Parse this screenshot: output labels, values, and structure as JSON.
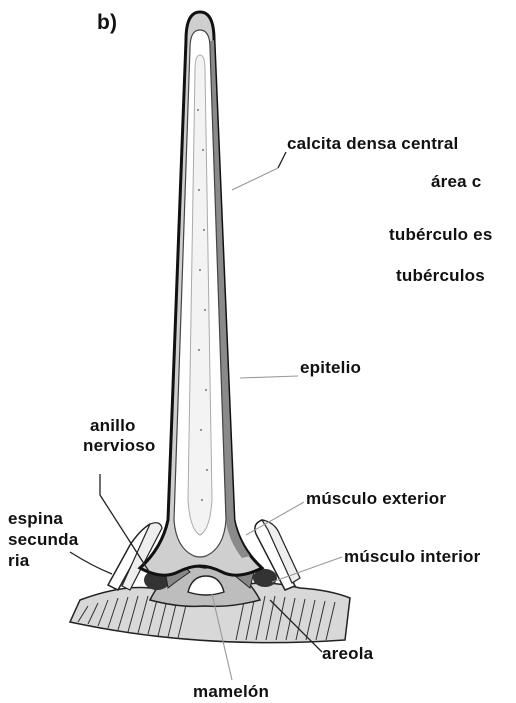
{
  "panel_label": "b)",
  "labels": {
    "calcita": "calcita densa central",
    "area": "área c",
    "tuberculo_es": "tubérculo es",
    "tuberculos": "tubérculos",
    "epitelio": "epitelio",
    "anillo_line1": "anillo",
    "anillo_line2": "nervioso",
    "espina_line1": "espina",
    "espina_line2": "secunda",
    "espina_line3": "ria",
    "musculo_exterior": "músculo exterior",
    "musculo_interior": "músculo interior",
    "areola": "areola",
    "mamelon": "mamelón"
  }
}
